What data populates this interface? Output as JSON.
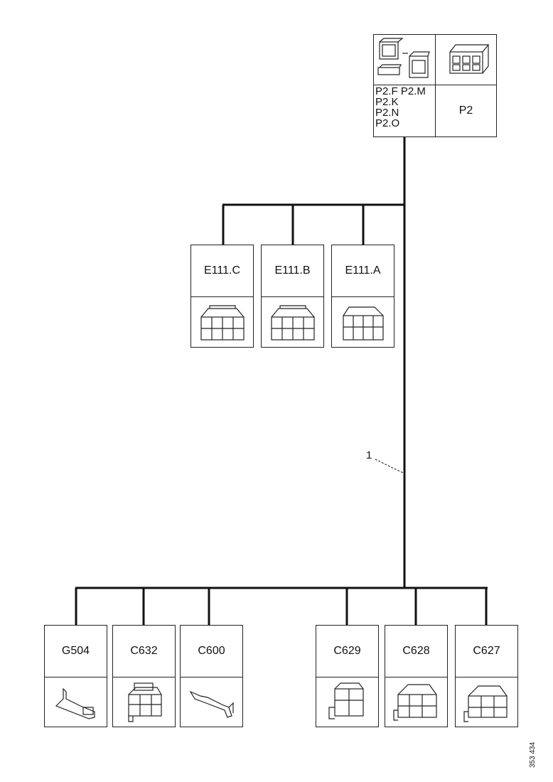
{
  "header_connector": {
    "left_labels": [
      "P2.F",
      "P2.M",
      "P2.K",
      "P2.N",
      "P2.O"
    ],
    "right_label": "P2"
  },
  "mid_connectors": [
    {
      "label": "E111.C"
    },
    {
      "label": "E111.B"
    },
    {
      "label": "E111.A"
    }
  ],
  "bottom_connectors": [
    {
      "label": "G504"
    },
    {
      "label": "C632"
    },
    {
      "label": "C600"
    },
    {
      "label": "C629"
    },
    {
      "label": "C628"
    },
    {
      "label": "C627"
    }
  ],
  "wire_label": "1",
  "reference": "353 434"
}
